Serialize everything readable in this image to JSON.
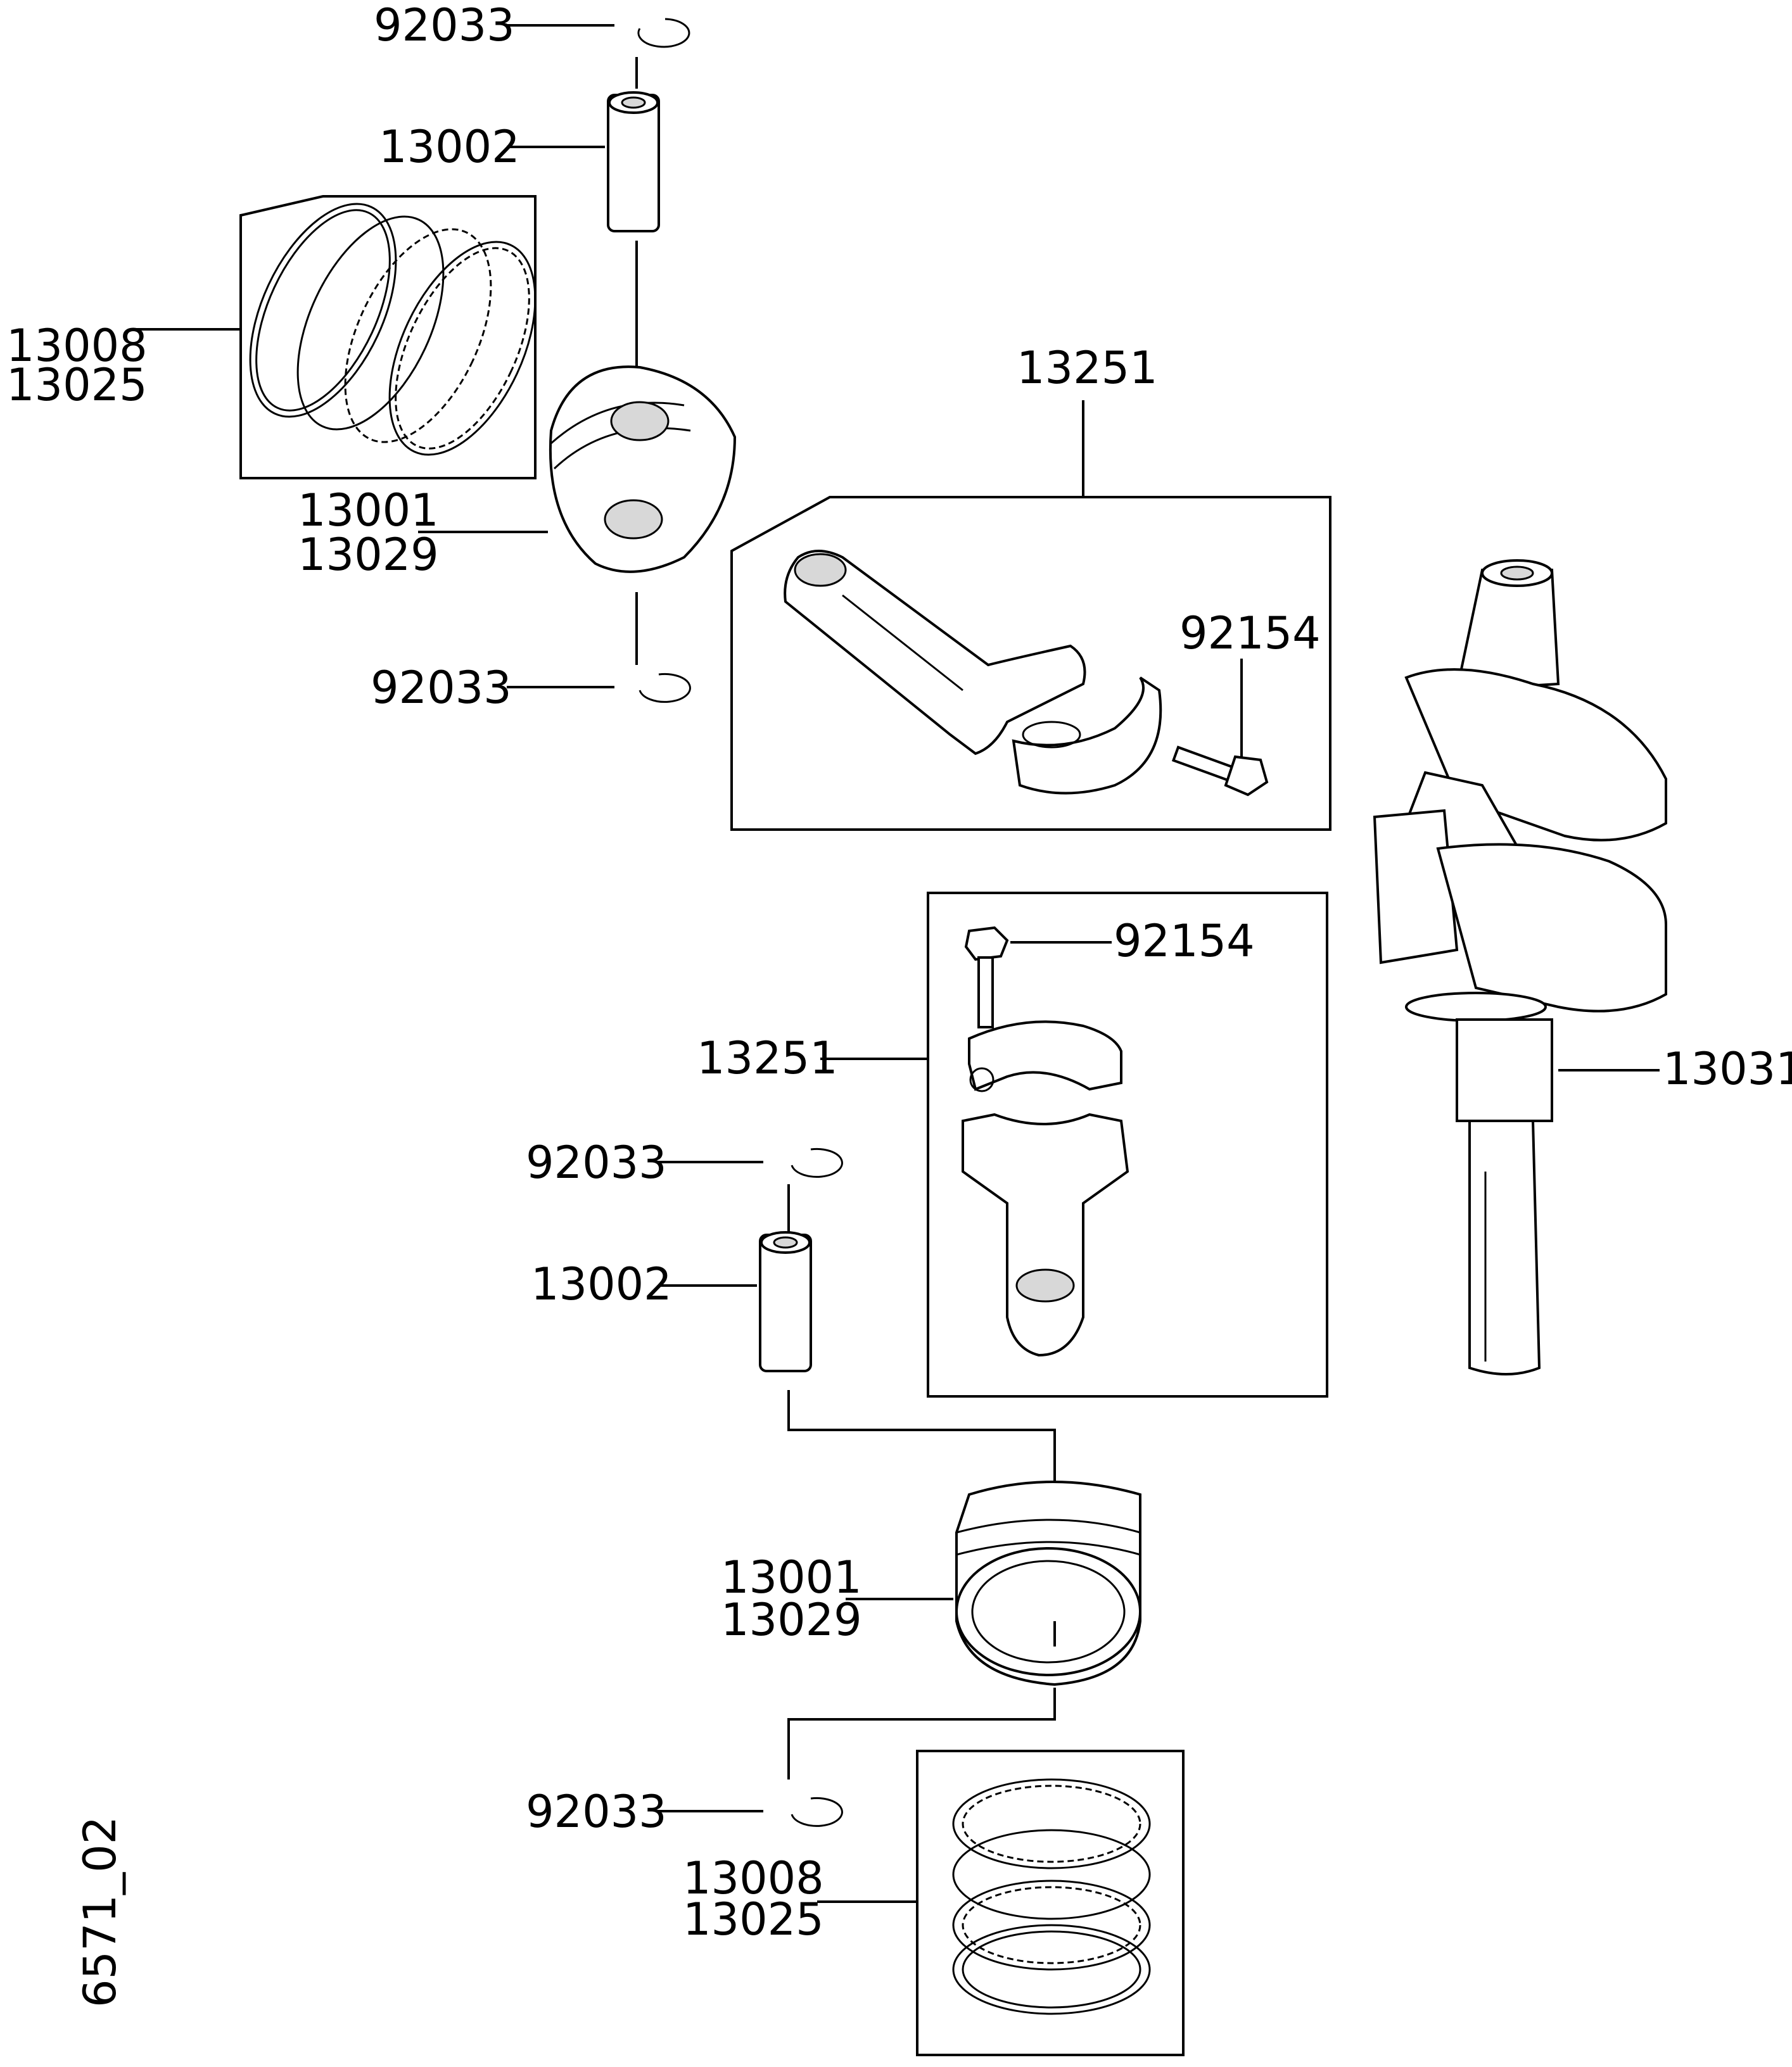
{
  "labels": {
    "top_circlip_upper": "92033",
    "top_piston_pin": "13002",
    "top_ring_set_a": "13008",
    "top_ring_set_b": "13025",
    "top_piston_a": "13001",
    "top_piston_b": "13029",
    "top_circlip_lower": "92033",
    "top_conrod_assy": "13251",
    "top_conrod_bolt": "92154",
    "mid_conrod_bolt": "92154",
    "mid_conrod_assy": "13251",
    "crankshaft": "13031",
    "bot_circlip_upper": "92033",
    "bot_piston_pin": "13002",
    "bot_piston_a": "13001",
    "bot_piston_b": "13029",
    "bot_circlip_lower": "92033",
    "bot_ring_set_a": "13008",
    "bot_ring_set_b": "13025",
    "drawing_id": "6571_02"
  }
}
